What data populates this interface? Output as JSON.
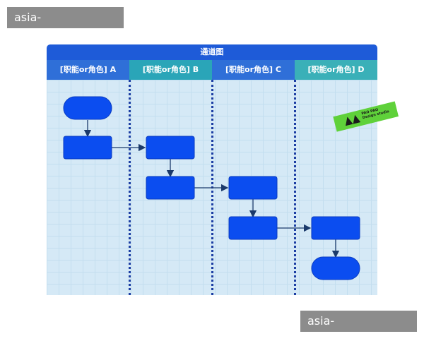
{
  "watermark": {
    "text": "asia-rayspeed.com"
  },
  "diagram": {
    "title": "通道图",
    "lanes": [
      {
        "label": "[职能or角色] A"
      },
      {
        "label": "[职能or角色] B"
      },
      {
        "label": "[职能or角色] C"
      },
      {
        "label": "[职能or角色] D"
      }
    ],
    "node_color": "#0b4df0",
    "edge_color": "#1b3a6b"
  },
  "ribbon": {
    "text_line1": "PAO PAO",
    "text_line2": "Design studio"
  }
}
